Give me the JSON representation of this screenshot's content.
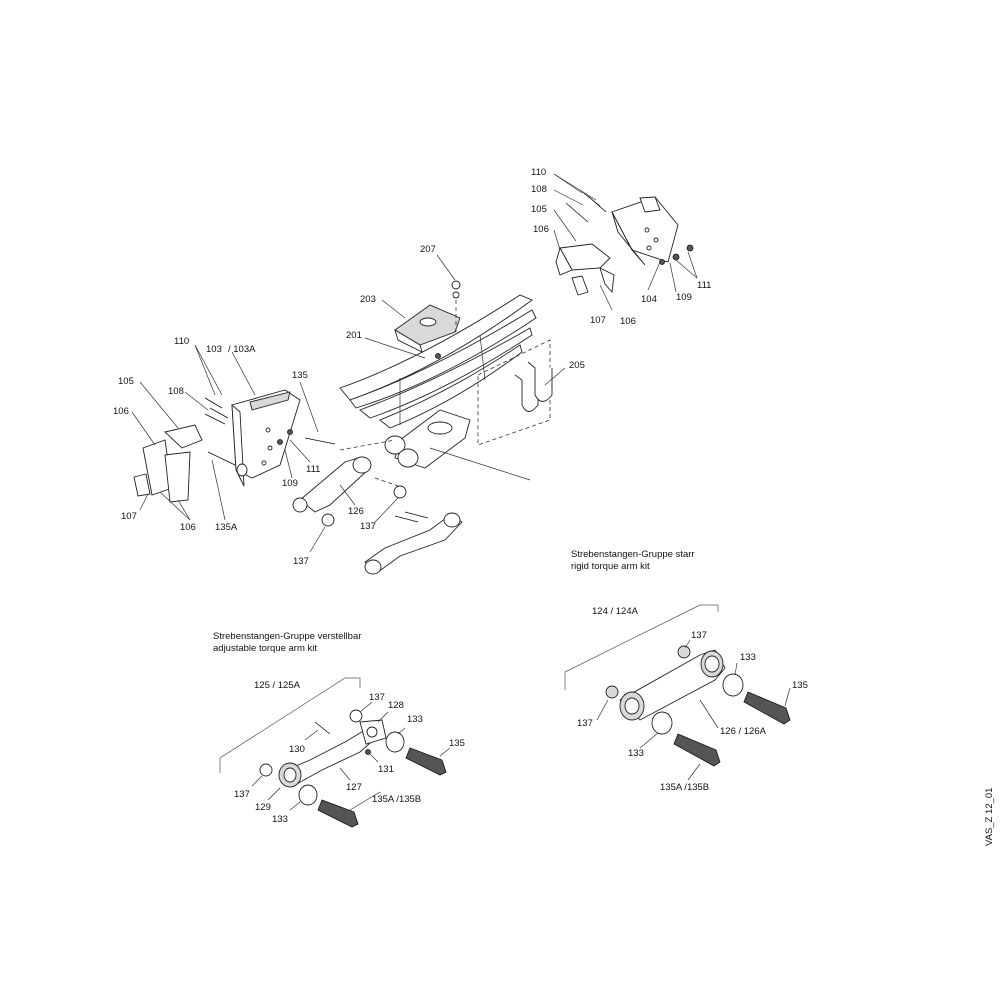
{
  "labels": {
    "l110a": "110",
    "l108a": "108",
    "l105a": "105",
    "l106a": "106",
    "l207": "207",
    "l203": "203",
    "l201": "201",
    "l205": "205",
    "l104": "104",
    "l109a": "109",
    "l111a": "111",
    "l107a": "107",
    "l106b": "106",
    "l110b": "110",
    "l103": "103",
    "l103a": "/ 103A",
    "l105b": "105",
    "l106c": "106",
    "l108b": "108",
    "l135a_top": "135",
    "l111b": "111",
    "l109b": "109",
    "l107b": "107",
    "l106d": "106",
    "l135A": "135A",
    "l126": "126",
    "l137a": "137",
    "l137b": "137",
    "l124": "124 / 124A",
    "l137c": "137",
    "l133a": "133",
    "l135b": "135",
    "l137d": "137",
    "l126b": "126 / 126A",
    "l133b": "133",
    "l135AB": "135A /135B",
    "l125": "125 / 125A",
    "l137e": "137",
    "l128": "128",
    "l133c": "133",
    "l135c": "135",
    "l130": "130",
    "l131": "131",
    "l127": "127",
    "l137f": "137",
    "l129": "129",
    "l133d": "133",
    "l135AB2": "135A /135B"
  },
  "kits": {
    "rigid_de": "Strebenstangen-Gruppe starr",
    "rigid_en": "rigid torque arm kit",
    "adj_de": "Strebenstangen-Gruppe verstellbar",
    "adj_en": "adjustable torque arm kit"
  },
  "drawing_id": "VAS_Z 12_01"
}
